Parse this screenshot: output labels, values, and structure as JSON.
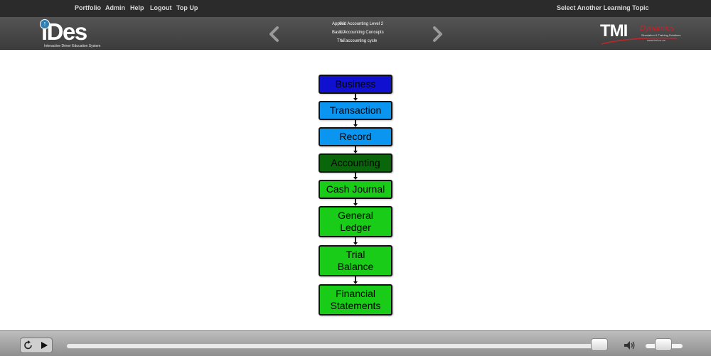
{
  "nav": {
    "links": [
      "Portfolio",
      "Admin",
      "Help",
      "Logout",
      "Top Up"
    ],
    "select_topic": "Select Another Learning Topic"
  },
  "header": {
    "logo_text": "iDes",
    "logo_subtitle": "Interactive Driver Education System",
    "course": {
      "us_key": "US:",
      "us_value": "Applied Accounting Level 2",
      "so_key": "SO:",
      "so_value": "Basic Accounting Concepts",
      "lt_key": "LT:",
      "lt_value": "The accounting cycle"
    },
    "tmi": {
      "word": "TMI",
      "dynamics": "Dynamics",
      "tagline": "Simulation & Training Solutions",
      "url": "www.tmi.co.za"
    }
  },
  "flowchart": {
    "steps": [
      {
        "label": "Business",
        "fill": "#1010d0"
      },
      {
        "label": "Transaction",
        "fill": "#0a96f0"
      },
      {
        "label": "Record",
        "fill": "#0a96f0"
      },
      {
        "label": "Accounting",
        "fill": "#0a660a"
      },
      {
        "label": "Cash Journal",
        "fill": "#18cc18"
      },
      {
        "label": "General\nLedger",
        "fill": "#18cc18"
      },
      {
        "label": "Trial\nBalance",
        "fill": "#18cc18"
      },
      {
        "label": "Financial\nStatements",
        "fill": "#18cc18"
      }
    ]
  },
  "player": {
    "icons": [
      "replay-icon",
      "play-icon",
      "volume-icon"
    ]
  }
}
